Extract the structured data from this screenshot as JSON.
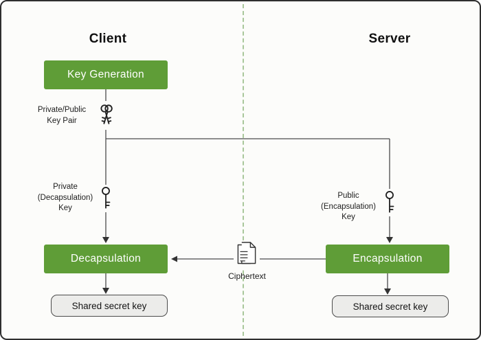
{
  "diagram": {
    "client": {
      "title": "Client"
    },
    "server": {
      "title": "Server"
    },
    "boxes": {
      "key_generation": "Key Generation",
      "decapsulation": "Decapsulation",
      "encapsulation": "Encapsulation",
      "shared_secret_left": "Shared secret key",
      "shared_secret_right": "Shared secret key"
    },
    "labels": {
      "key_pair": "Private/Public\nKey Pair",
      "private_key": "Private\n(Decapsulation)\nKey",
      "public_key": "Public\n(Encapsulation)\nKey",
      "ciphertext": "Ciphertext"
    },
    "icons": {
      "key_pair": "key-pair-icon",
      "private_key": "key-icon",
      "public_key": "key-icon",
      "ciphertext": "document-icon"
    },
    "colors": {
      "box_green": "#5f9d37",
      "box_text": "#ffffff",
      "divider_dash": "#a9c79b",
      "connector_line": "#4a4a4a",
      "shared_fill": "#ececea",
      "outer_border": "#2e2e2e",
      "background": "#fcfcfa"
    }
  }
}
